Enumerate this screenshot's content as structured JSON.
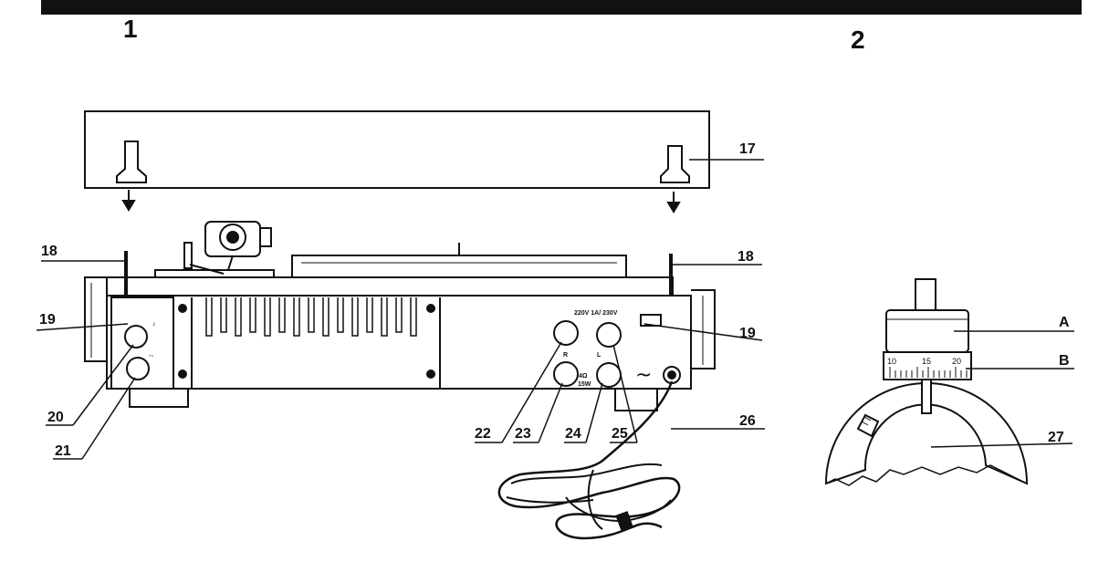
{
  "figures": {
    "one": {
      "number": "1"
    },
    "two": {
      "number": "2"
    }
  },
  "callouts": {
    "c17": "17",
    "c18_left": "18",
    "c18_right": "18",
    "c19_left": "19",
    "c19_right": "19",
    "c20": "20",
    "c21": "21",
    "c22": "22",
    "c23": "23",
    "c24": "24",
    "c25": "25",
    "c26": "26",
    "c27": "27",
    "cA": "A",
    "cB": "B"
  },
  "panel_markings": {
    "voltage": "220V 1A/ 230V",
    "right_ch": "R",
    "left_ch": "L",
    "impedance": "4Ω",
    "power": "15W",
    "mains": "~"
  },
  "scale_ticks": [
    "10",
    "15",
    "20"
  ],
  "colors": {
    "ink": "#111111",
    "paper": "#ffffff"
  }
}
